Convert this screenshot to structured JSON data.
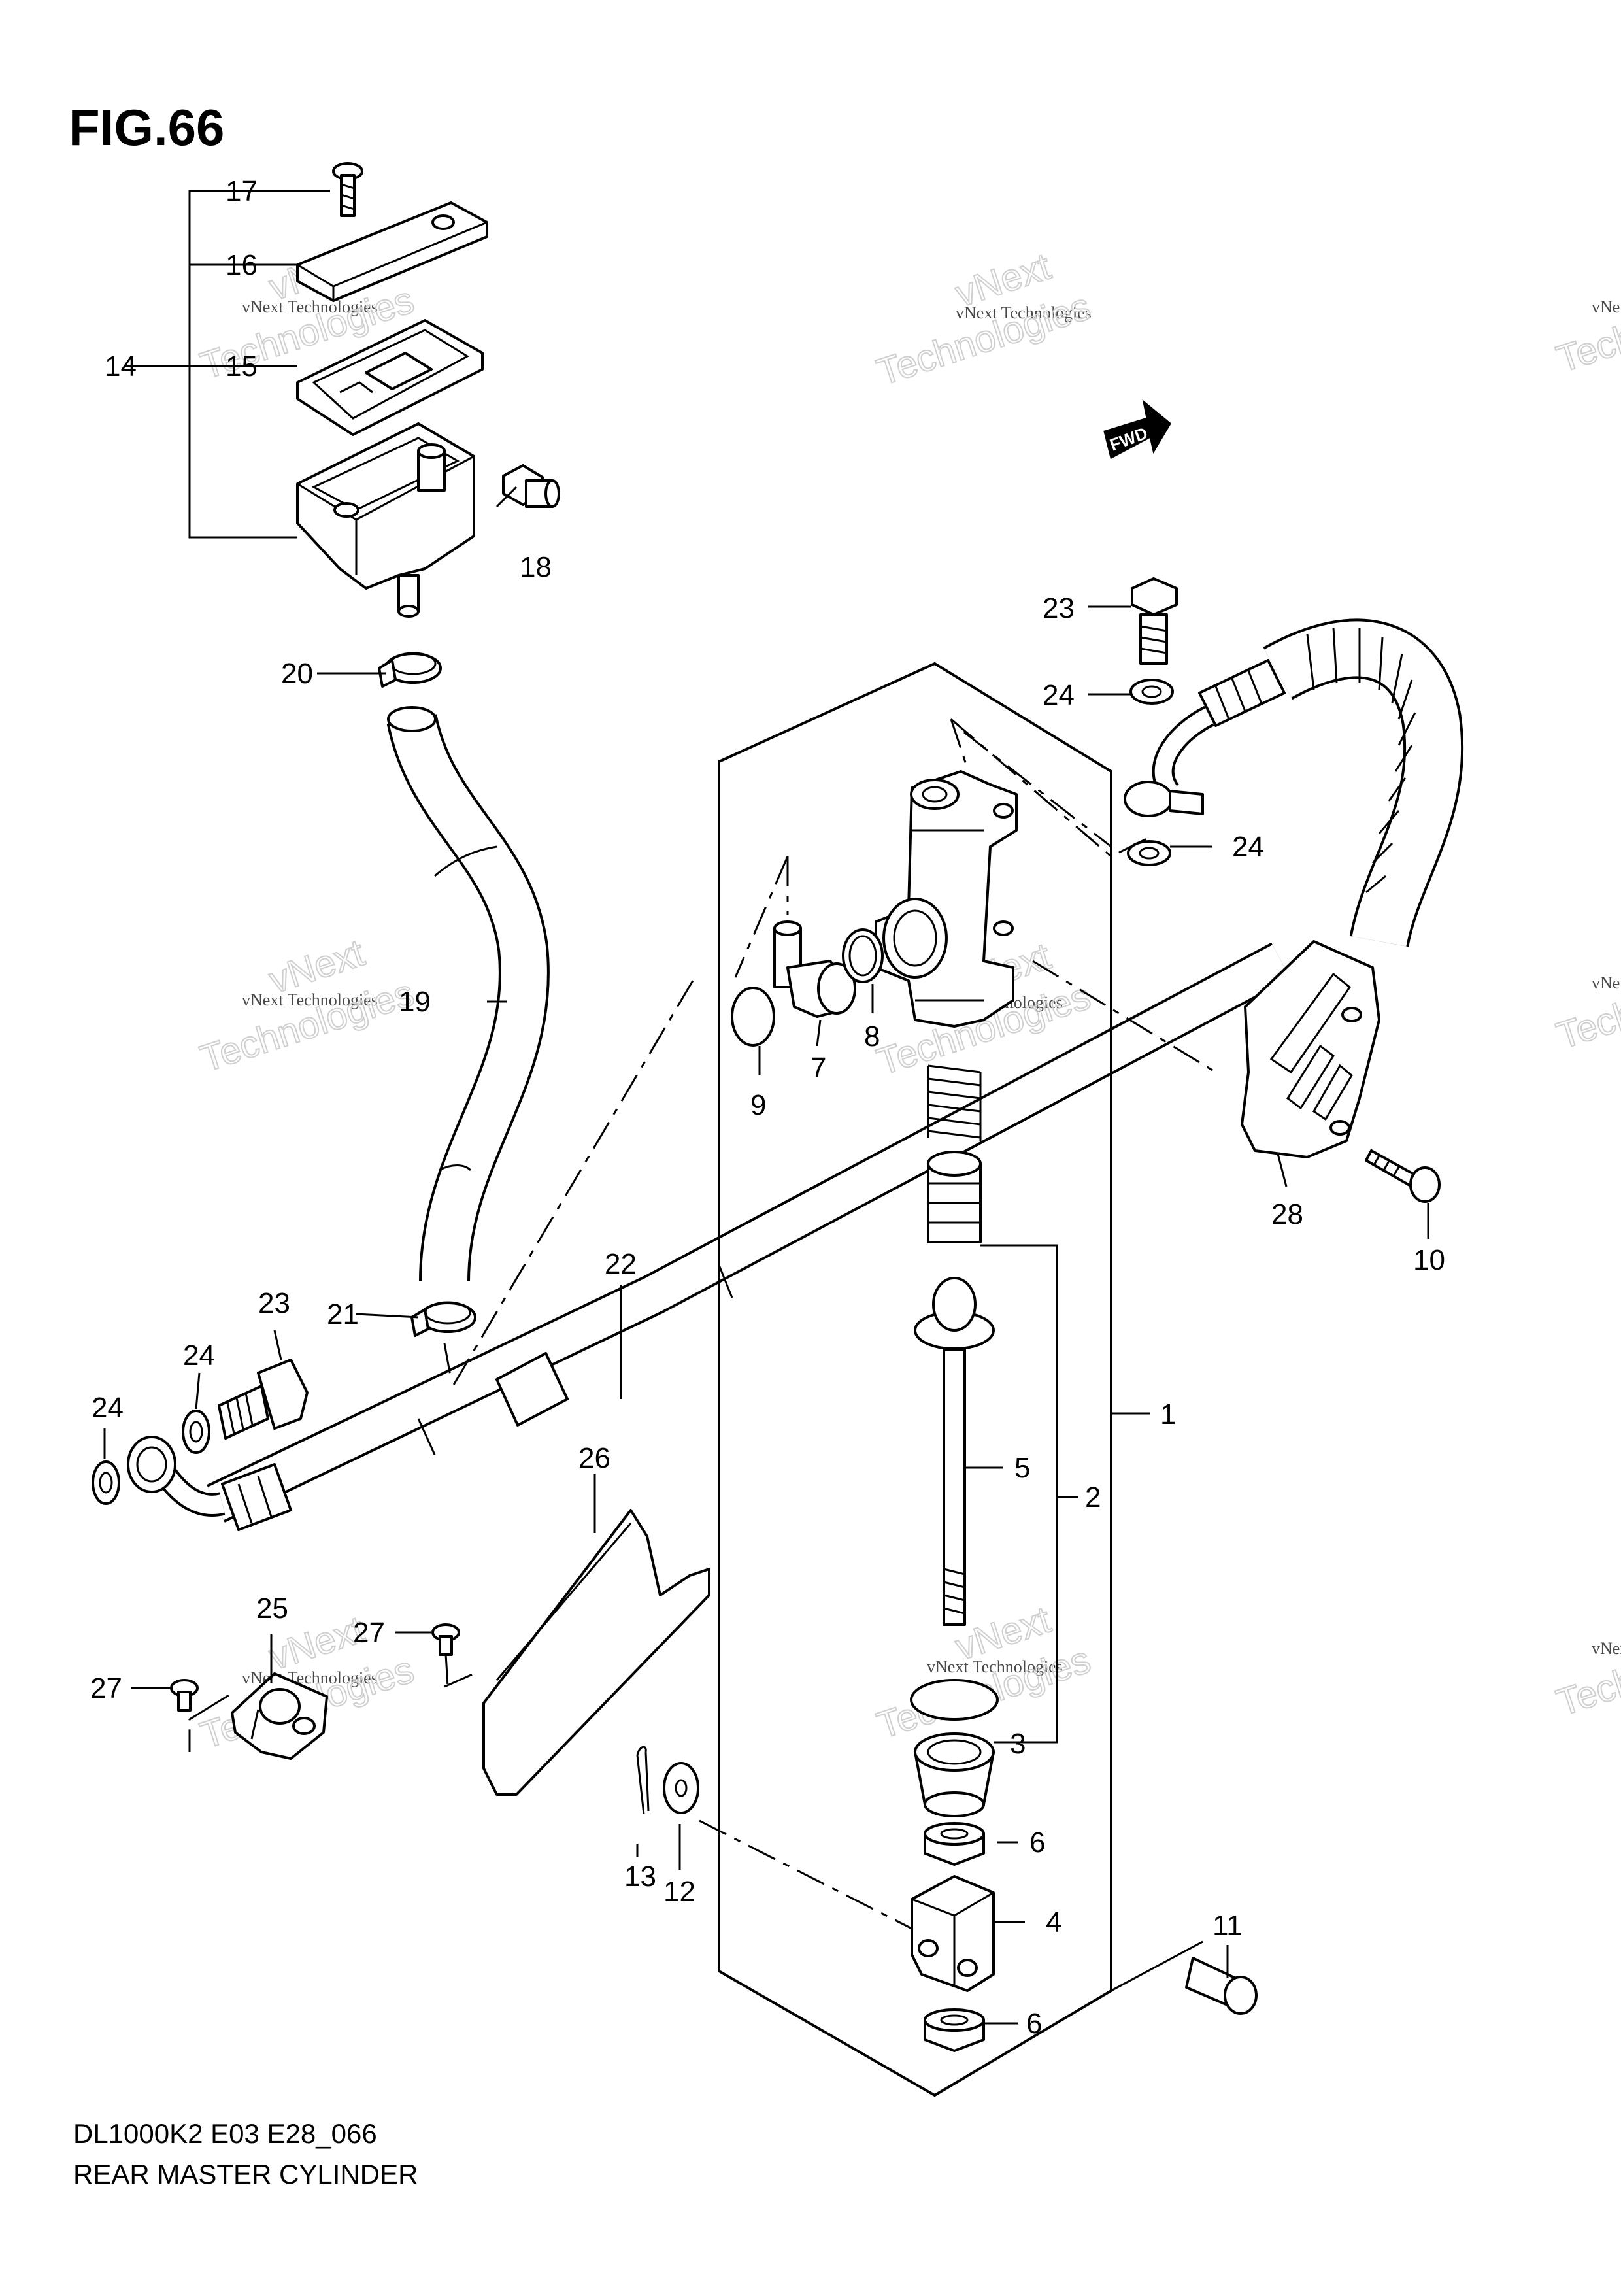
{
  "figure": {
    "title": "FIG.66",
    "model_code": "DL1000K2 E03 E28_066",
    "caption": "REAR MASTER CYLINDER",
    "fwd_label": "FWD"
  },
  "watermark": {
    "line1": "vNext Technologies",
    "line2": "vNext",
    "line3": "Technologies"
  },
  "callouts": [
    {
      "id": "c17",
      "label": "17"
    },
    {
      "id": "c16",
      "label": "16"
    },
    {
      "id": "c14",
      "label": "14"
    },
    {
      "id": "c15",
      "label": "15"
    },
    {
      "id": "c18",
      "label": "18"
    },
    {
      "id": "c20",
      "label": "20"
    },
    {
      "id": "c19",
      "label": "19"
    },
    {
      "id": "c21",
      "label": "21"
    },
    {
      "id": "c22",
      "label": "22"
    },
    {
      "id": "c23a",
      "label": "23"
    },
    {
      "id": "c24a",
      "label": "24"
    },
    {
      "id": "c24b",
      "label": "24"
    },
    {
      "id": "c24c",
      "label": "24"
    },
    {
      "id": "c24d",
      "label": "24"
    },
    {
      "id": "c23b",
      "label": "23"
    },
    {
      "id": "c9",
      "label": "9"
    },
    {
      "id": "c7",
      "label": "7"
    },
    {
      "id": "c8",
      "label": "8"
    },
    {
      "id": "c28",
      "label": "28"
    },
    {
      "id": "c10",
      "label": "10"
    },
    {
      "id": "c1",
      "label": "1"
    },
    {
      "id": "c2",
      "label": "2"
    },
    {
      "id": "c5",
      "label": "5"
    },
    {
      "id": "c3",
      "label": "3"
    },
    {
      "id": "c6a",
      "label": "6"
    },
    {
      "id": "c4",
      "label": "4"
    },
    {
      "id": "c6b",
      "label": "6"
    },
    {
      "id": "c11",
      "label": "11"
    },
    {
      "id": "c26",
      "label": "26"
    },
    {
      "id": "c25",
      "label": "25"
    },
    {
      "id": "c27a",
      "label": "27"
    },
    {
      "id": "c27b",
      "label": "27"
    },
    {
      "id": "c13",
      "label": "13"
    },
    {
      "id": "c12",
      "label": "12"
    }
  ]
}
